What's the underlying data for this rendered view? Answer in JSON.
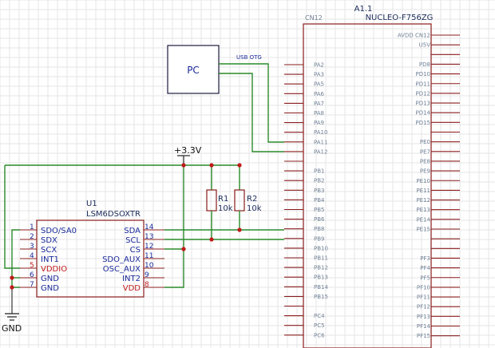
{
  "mcu": {
    "designator": "A1.1",
    "part": "NUCLEO-F756ZG",
    "connector": "CN12",
    "left_pins": [
      "PA2",
      "PA3",
      "PA5",
      "PA6",
      "PA7",
      "PA8",
      "PA9",
      "PA10",
      "PA11",
      "PA12",
      "",
      "PB1",
      "PB2",
      "PB3",
      "PB4",
      "PB5",
      "PB6",
      "PB8",
      "PB9",
      "PB10",
      "PB11",
      "PB12",
      "PB13",
      "PB14",
      "PB15",
      "",
      "PC4",
      "PC5",
      "PC6"
    ],
    "right_pins": [
      "AVDD CN12",
      "U5V",
      "",
      "PD8",
      "PD10",
      "PD11",
      "PD12",
      "PD13",
      "PD14",
      "PD15",
      "",
      "PE0",
      "PE7",
      "PE8",
      "PE9",
      "PE10",
      "PE11",
      "PE12",
      "PE13",
      "PE14",
      "PE15",
      "",
      "",
      "PF3",
      "PF4",
      "PF5",
      "PF10",
      "PF11",
      "PF12",
      "PF13",
      "PF14",
      "PF15"
    ]
  },
  "pc": {
    "label": "PC",
    "link_label": "USB OTG"
  },
  "power": {
    "label": "+3.3V"
  },
  "ground": {
    "label": "GND"
  },
  "resistors": [
    {
      "ref": "R1",
      "value": "10k"
    },
    {
      "ref": "R2",
      "value": "10k"
    }
  ],
  "sensor": {
    "designator": "U1",
    "part": "LSM6DSOXTR",
    "left_pins": [
      {
        "num": "1",
        "name": "SDO/SA0",
        "color": "blue"
      },
      {
        "num": "2",
        "name": "SDX",
        "color": "blue"
      },
      {
        "num": "3",
        "name": "SCX",
        "color": "blue"
      },
      {
        "num": "4",
        "name": "INT1",
        "color": "blue"
      },
      {
        "num": "5",
        "name": "VDDIO",
        "color": "red"
      },
      {
        "num": "6",
        "name": "GND",
        "color": "black"
      },
      {
        "num": "7",
        "name": "GND",
        "color": "black"
      }
    ],
    "right_pins": [
      {
        "num": "14",
        "name": "SDA",
        "color": "blue"
      },
      {
        "num": "13",
        "name": "SCL",
        "color": "blue"
      },
      {
        "num": "12",
        "name": "CS",
        "color": "blue"
      },
      {
        "num": "11",
        "name": "SDO_AUX",
        "color": "blue"
      },
      {
        "num": "10",
        "name": "OSC_AUX",
        "color": "blue"
      },
      {
        "num": "9",
        "name": "INT2",
        "color": "blue"
      },
      {
        "num": "8",
        "name": "VDD",
        "color": "red"
      }
    ]
  }
}
